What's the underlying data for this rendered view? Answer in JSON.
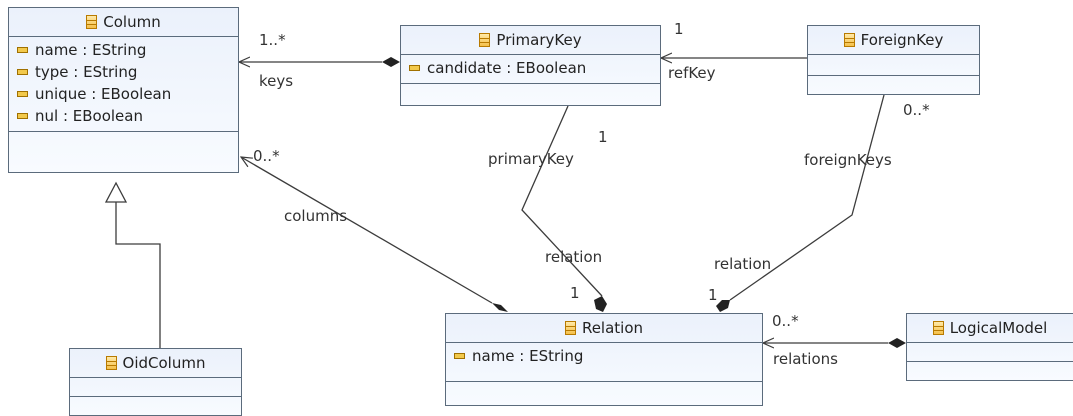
{
  "classes": {
    "column": {
      "name": "Column",
      "attributes": [
        "name : EString",
        "type : EString",
        "unique : EBoolean",
        "nul : EBoolean"
      ]
    },
    "primary_key": {
      "name": "PrimaryKey",
      "attributes": [
        "candidate : EBoolean"
      ]
    },
    "foreign_key": {
      "name": "ForeignKey",
      "attributes": []
    },
    "oid_column": {
      "name": "OidColumn",
      "attributes": []
    },
    "relation": {
      "name": "Relation",
      "attributes": [
        "name : EString"
      ]
    },
    "logical_model": {
      "name": "LogicalModel",
      "attributes": []
    }
  },
  "associations": {
    "keys": {
      "role": "keys",
      "multiplicity": "1..*"
    },
    "ref_key": {
      "role": "refKey",
      "multiplicity": "1"
    },
    "primary_key": {
      "role": "primaryKey",
      "multiplicity": "1"
    },
    "foreign_keys": {
      "role": "foreignKeys",
      "multiplicity": "0..*"
    },
    "columns": {
      "role": "columns",
      "multiplicity": "0..*"
    },
    "pk_relation": {
      "role": "relation",
      "multiplicity": "1"
    },
    "fk_relation": {
      "role": "relation",
      "multiplicity": "1"
    },
    "relations": {
      "role": "relations",
      "multiplicity": "0..*"
    }
  },
  "colors": {
    "line": "#3c3c3c",
    "box_border": "#5b6b7c",
    "box_fill": "#eef3fc",
    "icon": "#f2c94c"
  }
}
